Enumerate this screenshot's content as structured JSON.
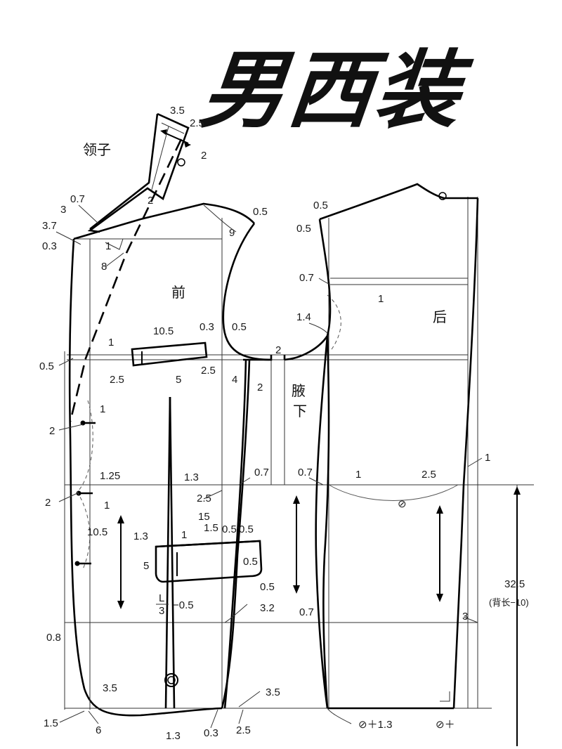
{
  "title": "男西装",
  "pieces": {
    "collar": "领子",
    "front": "前",
    "back": "后",
    "underarm_1": "腋",
    "underarm_2": "下"
  },
  "measurements": {
    "m_3_5_top": "3.5",
    "m_2_5_top": "2.5",
    "m_2_collar": "2",
    "m_2_collar_b": "2",
    "m_0_7": "0.7",
    "m_3": "3",
    "m_3_7": "3.7",
    "m_0_3": "0.3",
    "m_1_neck": "1",
    "m_8": "8",
    "m_9": "9",
    "m_0_5_front_sh": "0.5",
    "m_0_5_back_sh": "0.5",
    "m_0_5_back_nk": "0.5",
    "m_0_7_back": "0.7",
    "m_1_back": "1",
    "m_1_4": "1.4",
    "m_10_5_pocket": "10.5",
    "m_0_3_pocket": "0.3",
    "m_0_5_arm": "0.5",
    "m_1_chest": "1",
    "m_0_5_front": "0.5",
    "m_2_5_pocket": "2.5",
    "m_2_5_dart": "2.5",
    "m_4": "4",
    "m_2_under": "2",
    "m_2_armhole": "2",
    "m_5_dart": "5",
    "m_1_btn": "1",
    "m_2_btn": "2",
    "m_1_25": "1.25",
    "m_2_waist": "2",
    "m_1_waist": "1",
    "m_10_5_btn": "10.5",
    "m_1_3_dart": "1.3",
    "m_2_5_waist": "2.5",
    "m_0_7_waist_a": "0.7",
    "m_0_7_waist_b": "0.7",
    "m_1_waist_b": "1",
    "m_2_5_waist_b": "2.5",
    "m_1_side": "1",
    "m_15": "15",
    "m_1_3_pk": "1.3",
    "m_1_pk": "1",
    "m_1_5_pk": "1.5",
    "m_0_5_pk_a": "0.5",
    "m_0_5_pk_b": "0.5",
    "m_0_5_pk_c": "0.5",
    "m_5_pk": "5",
    "m_L": "L",
    "m_3_den": "3",
    "m_minus_0_5": "−0.5",
    "m_3_2": "3.2",
    "m_0_7_hip": "0.7",
    "m_3_hip": "3",
    "m_32_5": "32.5",
    "m_back_len": "(背长−10)",
    "m_0_8": "0.8",
    "m_3_5_hem": "3.5",
    "m_1_5_hem": "1.5",
    "m_6": "6",
    "m_1_3_hem": "1.3",
    "m_0_3_hem": "0.3",
    "m_2_5_hem": "2.5",
    "m_3_5_hem_b": "3.5",
    "m_formula_hem": "⊘＋1.3",
    "m_formula_hem_b": "⊘＋",
    "m_phi_waist": "⊘"
  }
}
